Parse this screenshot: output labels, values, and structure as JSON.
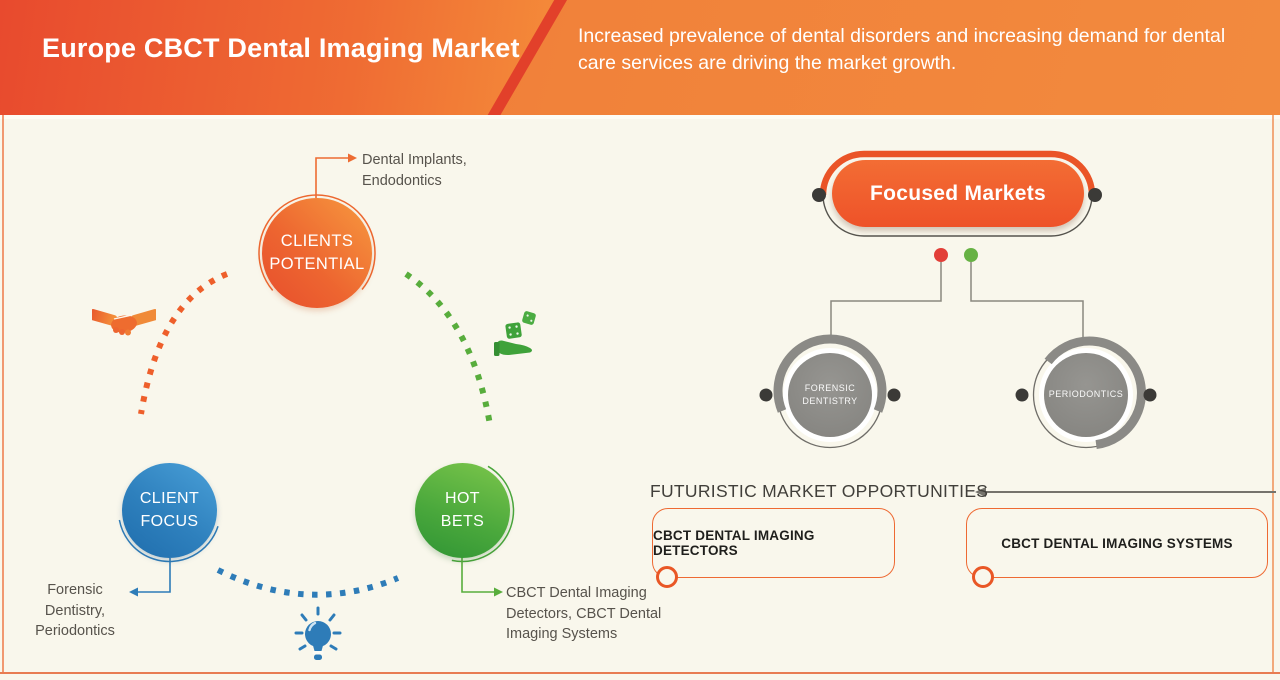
{
  "header": {
    "title": "Europe CBCT Dental Imaging Market",
    "subtitle": "Increased prevalence of dental disorders and increasing demand for dental care services are driving the market growth."
  },
  "diagram": {
    "clients_potential": {
      "label1": "CLIENTS",
      "label2": "POTENTIAL",
      "callout": [
        "Dental Implants,",
        "Endodontics"
      ]
    },
    "client_focus": {
      "label1": "CLIENT",
      "label2": "FOCUS",
      "callout": [
        "Forensic",
        "Dentistry,",
        "Periodontics"
      ]
    },
    "hot_bets": {
      "label1": "HOT",
      "label2": "BETS",
      "callout": [
        "CBCT Dental Imaging",
        "Detectors, CBCT Dental",
        "Imaging Systems"
      ]
    }
  },
  "focused_markets": {
    "title": "Focused Markets",
    "nodes": [
      {
        "line1": "FORENSIC",
        "line2": "DENTISTRY"
      },
      {
        "line1": "PERIODONTICS",
        "line2": ""
      }
    ]
  },
  "opportunities": {
    "heading": "FUTURISTIC MARKET OPPORTUNITIES",
    "items": [
      "CBCT DENTAL IMAGING DETECTORS",
      "CBCT DENTAL IMAGING SYSTEMS"
    ]
  },
  "icons": {
    "handshake": "handshake-icon",
    "dice_in_hand": "dice-in-hand-icon",
    "lightbulb": "lightbulb-icon"
  },
  "colors": {
    "accent_orange": "#ee5a29",
    "accent_blue": "#2e7cb8",
    "accent_green": "#4aa63c",
    "node_gray": "#8b8a86",
    "background_cream": "#f9f7ec",
    "red_dot": "#e23f38",
    "green_dot": "#67b244"
  }
}
